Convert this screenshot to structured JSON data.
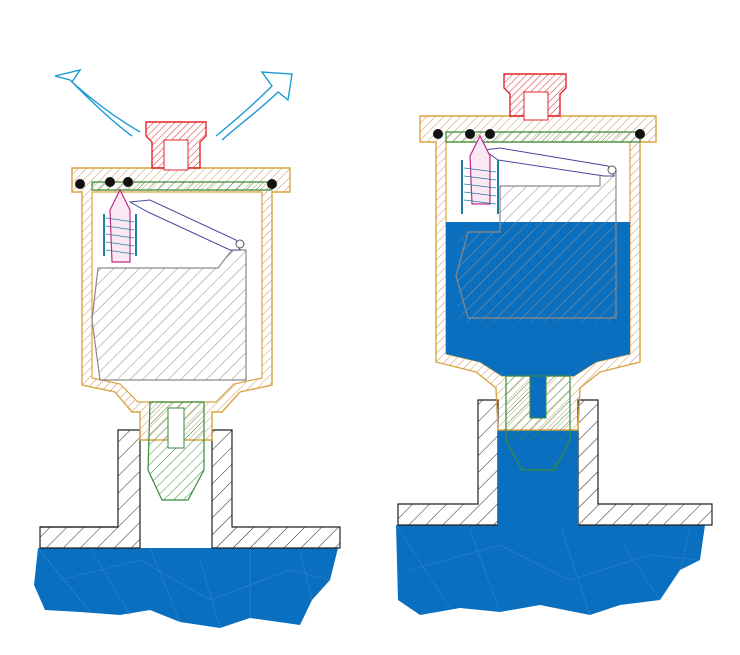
{
  "diagram": {
    "panels": [
      {
        "id": "left",
        "state": "venting-air"
      },
      {
        "id": "right",
        "state": "filled-with-water"
      }
    ],
    "colors": {
      "water": "#0a6fbf",
      "body_outline": "#d9a441",
      "body_hatch": "#c8955a",
      "cap": "#e0262c",
      "seal": "#111111",
      "lid_hatch": "#3a8a3a",
      "float_hatch": "#8a8a8a",
      "needle": "#c02a8a",
      "spring": "#1e7fa0",
      "air_arrow": "#1b9ad6",
      "pipe": "#222222"
    },
    "icons": [
      "air-vent-arrow-icon",
      "float-icon",
      "seal-ring-icon",
      "spring-icon"
    ]
  }
}
